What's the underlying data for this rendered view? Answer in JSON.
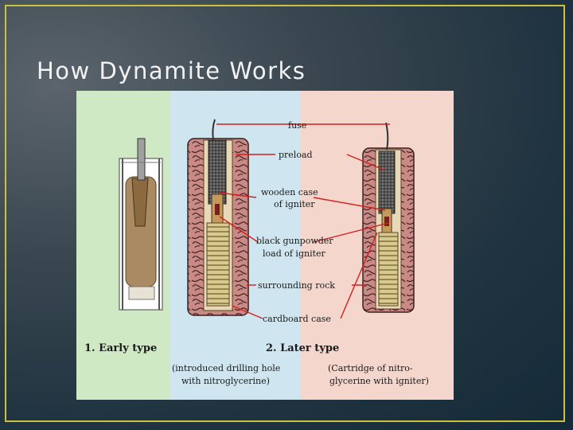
{
  "slide": {
    "title": "How Dynamite Works"
  },
  "diagram": {
    "labels": {
      "fuse": "fuse",
      "preload": "preload",
      "wooden_case_1": "wooden case",
      "wooden_case_2": "of igniter",
      "gunpowder_1": "black gunpowder",
      "gunpowder_2": "load of igniter",
      "surrounding_rock": "surrounding rock",
      "cardboard_case": "cardboard case"
    },
    "captions": {
      "early_type": "1. Early type",
      "later_type": "2. Later type",
      "note_left_1": "(introduced drilling hole",
      "note_left_2": "with nitroglycerine)",
      "note_right_1": "(Cartridge of nitro-",
      "note_right_2": "glycerine with igniter)"
    },
    "colors": {
      "panel_green": "#cfe9c4",
      "panel_blue": "#cfe6f0",
      "panel_pink": "#f4d6cc",
      "rock": "#c98a86",
      "leader": "#d22020",
      "charge": "#d8c98e"
    }
  }
}
